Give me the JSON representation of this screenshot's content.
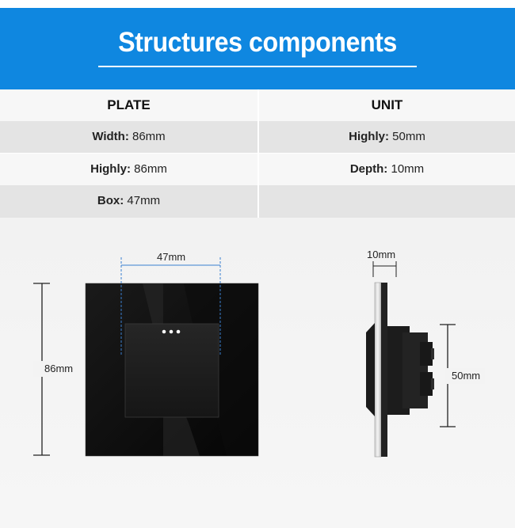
{
  "header": {
    "title": "Structures components"
  },
  "table": {
    "columns": [
      "PLATE",
      "UNIT"
    ],
    "rows": [
      [
        {
          "label": "Width:",
          "value": "86mm"
        },
        {
          "label": "Highly:",
          "value": "50mm"
        }
      ],
      [
        {
          "label": "Highly:",
          "value": "86mm"
        },
        {
          "label": "Depth:",
          "value": "10mm"
        }
      ],
      [
        {
          "label": "Box:",
          "value": "47mm"
        },
        {
          "label": "",
          "value": ""
        }
      ]
    ]
  },
  "diagram": {
    "front": {
      "height_label": "86mm",
      "box_label": "47mm",
      "indicator_icon": "three-dot-indicator"
    },
    "side": {
      "depth_label": "10mm",
      "height_label": "50mm"
    }
  },
  "colors": {
    "banner": "#0f87e0",
    "panel": "#111111"
  }
}
